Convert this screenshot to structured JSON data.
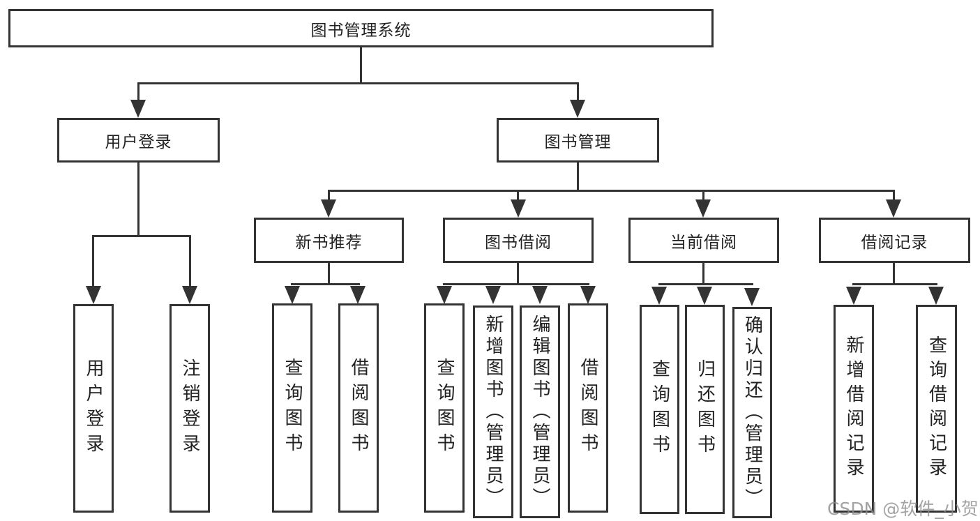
{
  "diagram_title": "图书管理系统",
  "colors": {
    "line": "#333333",
    "text": "#222222",
    "background": "#ffffff",
    "watermark": "#8c8c8c"
  },
  "nodes": {
    "root": {
      "label": "图书管理系统"
    },
    "branches": [
      {
        "label": "用户登录"
      },
      {
        "label": "图书管理"
      }
    ],
    "modules": [
      {
        "label": "新书推荐"
      },
      {
        "label": "图书借阅"
      },
      {
        "label": "当前借阅"
      },
      {
        "label": "借阅记录"
      }
    ],
    "leaves": {
      "user": [
        {
          "label": "用户登录"
        },
        {
          "label": "注销登录"
        }
      ],
      "newbook": [
        {
          "label": "查询图书"
        },
        {
          "label": "借阅图书"
        }
      ],
      "borrow": [
        {
          "label": "查询图书"
        },
        {
          "label": "新增图书（管理员）"
        },
        {
          "label": "编辑图书（管理员）"
        },
        {
          "label": "借阅图书"
        }
      ],
      "current": [
        {
          "label": "查询图书"
        },
        {
          "label": "归还图书"
        },
        {
          "label": "确认归还（管理员）"
        }
      ],
      "records": [
        {
          "label": "新增借阅记录"
        },
        {
          "label": "查询借阅记录"
        }
      ]
    }
  },
  "watermark": {
    "text": "CSDN @软件_小贺同学"
  }
}
